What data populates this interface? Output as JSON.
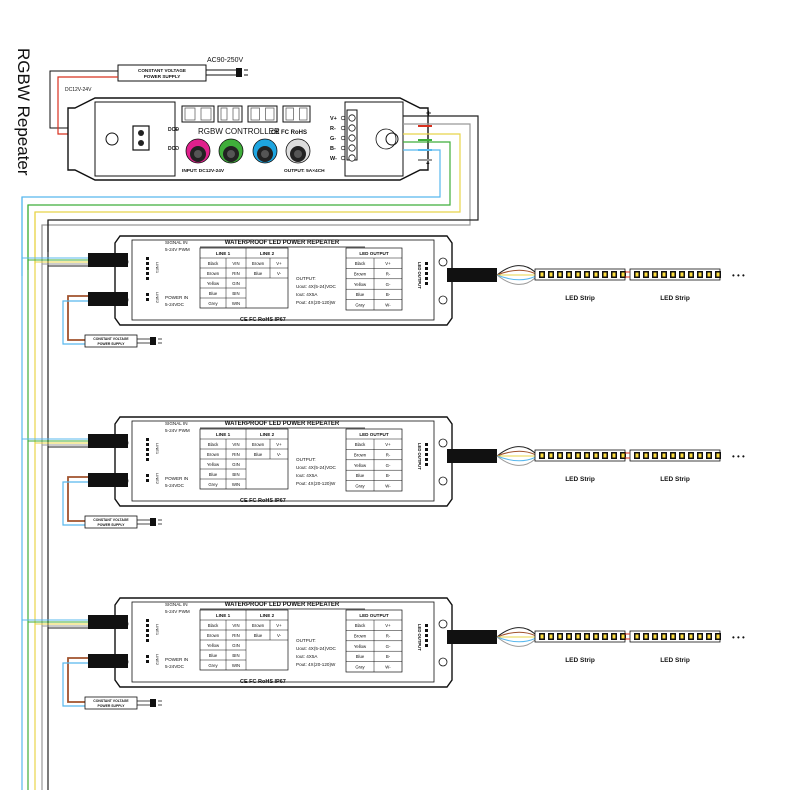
{
  "title": "RGBW Repeater",
  "supply_main": {
    "label1": "CONSTANT VOLTAGE",
    "label2": "POWER SUPPLY",
    "ac": "AC90-250V",
    "dc": "DC12V-24V"
  },
  "controller": {
    "name": "RGBW CONTROLLER",
    "certs": "CE FC RoHS",
    "input": "INPUT: DC12V-24V",
    "output": "OUTPUT: 5A×4CH",
    "dc_plus": "DC+",
    "dc_minus": "DC-",
    "terminals": [
      "V+",
      "R-",
      "G-",
      "B-",
      "W-"
    ],
    "plus": "+",
    "minus": "-",
    "knob_colors": [
      "#e0208c",
      "#3fae3a",
      "#1ea5e0",
      "#dddddd"
    ]
  },
  "repeater": {
    "title": "WATERPROOF LED POWER REPEATER",
    "signal_in": "SIGNAL IN",
    "signal_spec": "5-24V PWM",
    "power_in": "POWER IN",
    "power_spec": "5-24VDC",
    "line1_tag": "LINE1",
    "line2_tag": "LINE2",
    "line1": "LINE 1",
    "line2": "LINE 2",
    "rows": [
      [
        "Black",
        "VIN",
        "Brown",
        "V+"
      ],
      [
        "Brown",
        "RIN",
        "Blue",
        "V-"
      ],
      [
        "Yellow",
        "GIN",
        "",
        ""
      ],
      [
        "Blue",
        "BIN",
        "",
        ""
      ],
      [
        "Grey",
        "WIN",
        "",
        ""
      ]
    ],
    "output_header": "OUTPUT:",
    "uout": "Uout: 4X(5-24)VDC",
    "iout": "Iout: 4X5A",
    "pout": "Pout: 4X(20-120)W",
    "led_output": "LED OUTPUT",
    "led_rows": [
      [
        "Black",
        "V+"
      ],
      [
        "Brown",
        "R-"
      ],
      [
        "Yellow",
        "G-"
      ],
      [
        "Blue",
        "B-"
      ],
      [
        "Gray",
        "W-"
      ]
    ],
    "certs": "CE FC RoHS IP67",
    "side_label": "LED OUTPUT"
  },
  "supply_small": {
    "label1": "CONSTANT VOLTAGE",
    "label2": "POWER SUPPLY"
  },
  "strip_label": "LED Strip",
  "dots": "• • •",
  "wire_colors": {
    "red": "#d8301e",
    "green": "#3fae3a",
    "blue": "#58b8ee",
    "grey": "#999999",
    "yellow": "#e8d44a",
    "brown": "#a0522d",
    "black": "#222222"
  }
}
